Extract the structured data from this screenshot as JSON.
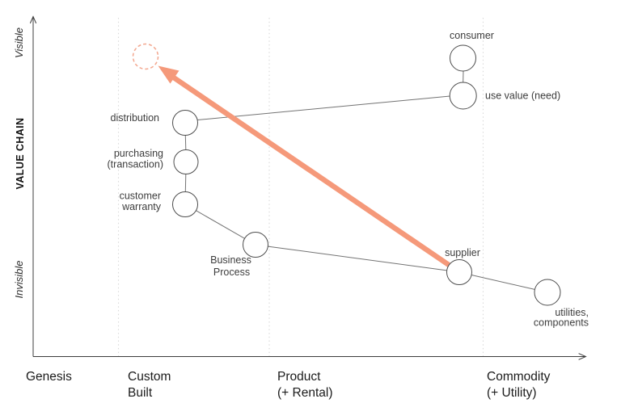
{
  "colors": {
    "arrow": "#F5997A",
    "ghost_stroke": "#F3A78F"
  },
  "y_axis": {
    "title": "VALUE CHAIN",
    "top_label": "Visible",
    "bottom_label": "Invisible"
  },
  "x_axis": {
    "stages": [
      {
        "line1": "Genesis",
        "line2": ""
      },
      {
        "line1": "Custom",
        "line2": "Built"
      },
      {
        "line1": "Product",
        "line2": "(+ Rental)"
      },
      {
        "line1": "Commodity",
        "line2": "(+ Utility)"
      }
    ]
  },
  "nodes": {
    "consumer": {
      "label": "consumer"
    },
    "use_value": {
      "label": "use value (need)"
    },
    "distribution": {
      "label": "distribution"
    },
    "purchasing": {
      "line1": "purchasing",
      "line2": "(transaction)"
    },
    "customer_warranty": {
      "line1": "customer",
      "line2": "warranty"
    },
    "business_process": {
      "line1": "Business",
      "line2": "Process"
    },
    "supplier": {
      "label": "supplier"
    },
    "utilities": {
      "line1": "utilities,",
      "line2": "components"
    }
  }
}
